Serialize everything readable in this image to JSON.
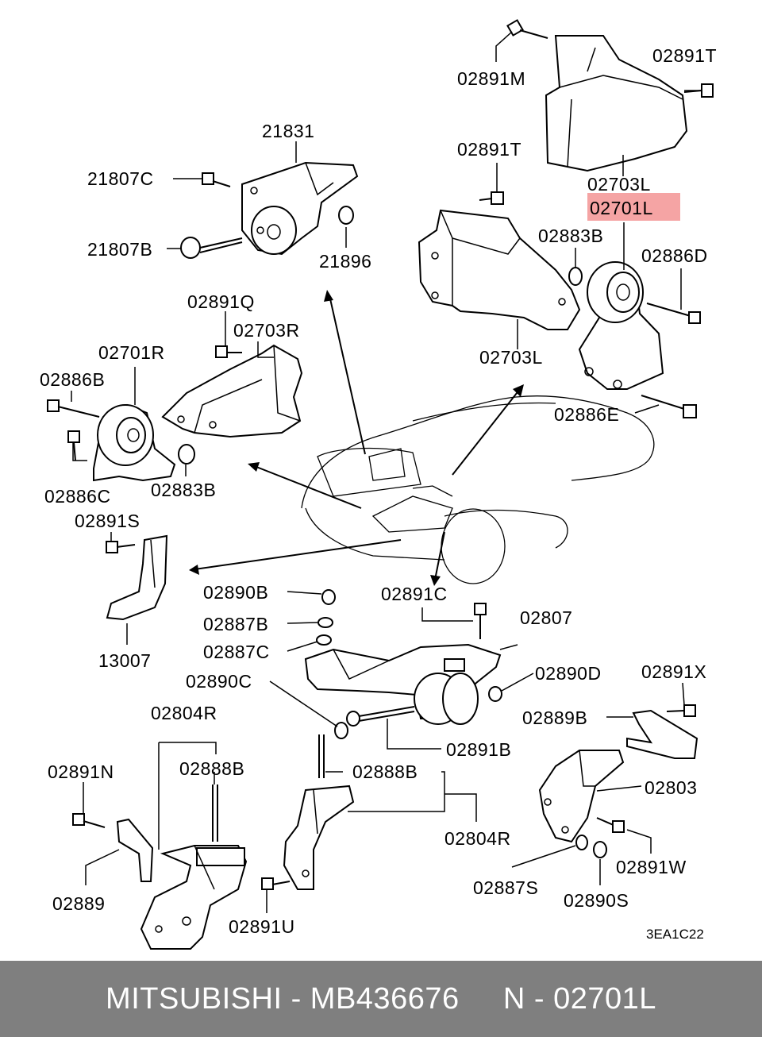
{
  "diagram": {
    "code": "3EA1C22",
    "highlighted_part": "02701L",
    "highlight_color": "#f5a4a4",
    "labels": {
      "l_02891M": "02891M",
      "l_02891T_top": "02891T",
      "l_02891T": "02891T",
      "l_02703L_top": "02703L",
      "l_02701L": "02701L",
      "l_02883B_r": "02883B",
      "l_02886D": "02886D",
      "l_02703L": "02703L",
      "l_02886E": "02886E",
      "l_21831": "21831",
      "l_21807C": "21807C",
      "l_21807B": "21807B",
      "l_21896": "21896",
      "l_02891Q": "02891Q",
      "l_02703R": "02703R",
      "l_02701R": "02701R",
      "l_02886B": "02886B",
      "l_02886C": "02886C",
      "l_02883B_l": "02883B",
      "l_02891S": "02891S",
      "l_13007": "13007",
      "l_02890B": "02890B",
      "l_02887B": "02887B",
      "l_02887C": "02887C",
      "l_02891C": "02891C",
      "l_02807": "02807",
      "l_02890C": "02890C",
      "l_02890D": "02890D",
      "l_02891X": "02891X",
      "l_02889B": "02889B",
      "l_02891B": "02891B",
      "l_02804R_l": "02804R",
      "l_02888B_l": "02888B",
      "l_02888B_c": "02888B",
      "l_02891N": "02891N",
      "l_02803": "02803",
      "l_02804R_r": "02804R",
      "l_02889": "02889",
      "l_02891W": "02891W",
      "l_02887S": "02887S",
      "l_02890S": "02890S",
      "l_02891U": "02891U"
    }
  },
  "footer": {
    "brand": "MITSUBISHI",
    "separator": " - ",
    "part_number": "MB436676",
    "ref_prefix": "N - ",
    "ref_code": "02701L"
  }
}
